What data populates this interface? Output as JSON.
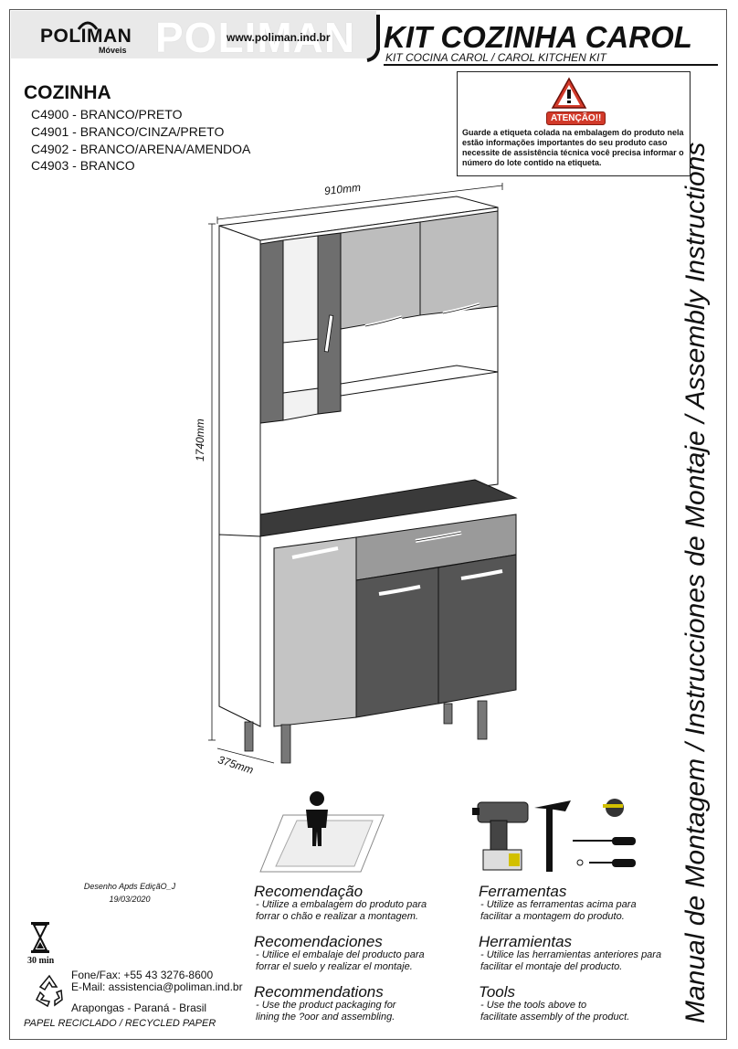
{
  "header": {
    "brand": "POLIMAN",
    "brand_sub": "Móveis",
    "watermark": "POLIMAN",
    "website": "www.poliman.ind.br",
    "title": "KIT COZINHA CAROL",
    "subtitle": "KIT COCINA CAROL / CAROL KITCHEN KIT"
  },
  "section_title": "COZINHA",
  "models": [
    "C4900 - BRANCO/PRETO",
    "C4901 - BRANCO/CINZA/PRETO",
    "C4902 - BRANCO/ARENA/AMENDOA",
    "C4903 - BRANCO"
  ],
  "warning": {
    "badge": "ATENÇÃO!!",
    "text": "Guarde a etiqueta colada na embalagem do produto nela estão informações importantes do seu produto caso necessite de assistência técnica você precisa informar o número do lote contido na etiqueta."
  },
  "dimensions": {
    "width": "910mm",
    "height": "1740mm",
    "depth": "375mm"
  },
  "vertical_title": "Manual de Montagem / Instrucciones de Montaje / Assembly Instructions",
  "drawing_info": {
    "line1": "Desenho Apds EdiçãO_J",
    "line2": "19/03/2020"
  },
  "recommendations": [
    {
      "title": "Recomendação",
      "lines": [
        "- Utilize a embalagem do produto para",
        "forrar o chão e realizar a montagem."
      ]
    },
    {
      "title": "Recomendaciones",
      "lines": [
        "- Utilice el embalaje del producto para",
        "forrar el suelo y realizar el montaje."
      ]
    },
    {
      "title": "Recommendations",
      "lines": [
        "- Use the product packaging for",
        "lining the ?oor and assembling."
      ]
    }
  ],
  "tools": [
    {
      "title": "Ferramentas",
      "lines": [
        "- Utilize as ferramentas acima para",
        "facilitar a montagem do produto."
      ]
    },
    {
      "title": "Herramientas",
      "lines": [
        "- Utilice las herramientas anteriores para",
        "facilitar el montaje del producto."
      ]
    },
    {
      "title": "Tools",
      "lines": [
        "- Use the tools above to",
        "facilitate assembly of the product."
      ]
    }
  ],
  "time": "30 min",
  "contact": {
    "phone": "Fone/Fax: +55 43 3276-8600",
    "email": "E-Mail: assistencia@poliman.ind.br",
    "location": "Arapongas - Paraná - Brasil"
  },
  "recycled": "PAPEL RECICLADO / RECYCLED PAPER",
  "colors": {
    "dark_panel": "#555555",
    "gray_door": "#9a9a9a",
    "light_door": "#c4c4c4",
    "top": "#3a3a3a",
    "warning_red": "#d23a2a"
  }
}
